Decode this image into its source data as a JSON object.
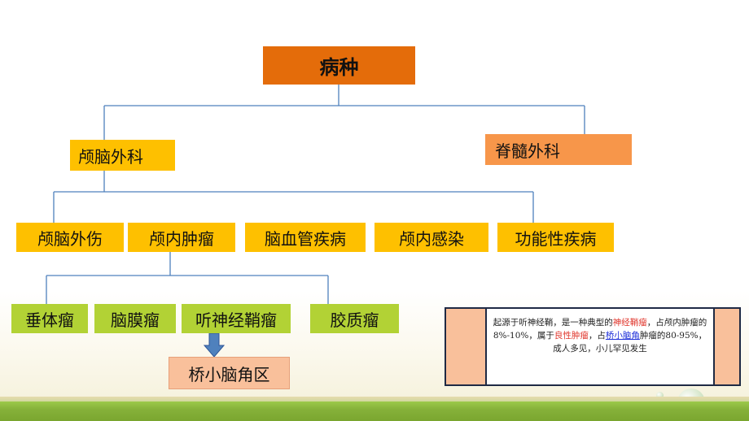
{
  "diagram": {
    "root": "病种",
    "branch_left": "颅脑外科",
    "branch_right": "脊髓外科",
    "level2": [
      "颅脑外伤",
      "颅内肿瘤",
      "脑血管疾病",
      "颅内感染",
      "功能性疾病"
    ],
    "level3": [
      "垂体瘤",
      "脑膜瘤",
      "听神经鞘瘤",
      "胶质瘤"
    ],
    "location": "桥小脑角区"
  },
  "note": {
    "part1": "起源于听神经鞘，是一种典型的",
    "red1": "神经鞘瘤",
    "part2": "，占颅内肿瘤的8%-10%，属于",
    "red2": "良性肿瘤",
    "part3": "，占",
    "link": "桥小脑角",
    "part4": "肿瘤的80-95%，成人多见，小儿罕见发生"
  },
  "colors": {
    "root": "#e46c0a",
    "level1": "#fec000",
    "right": "#f7964a",
    "level3": "#b2d235",
    "location": "#f9c09b",
    "connector": "#4f81bd",
    "arrow": "#4f81bd"
  }
}
